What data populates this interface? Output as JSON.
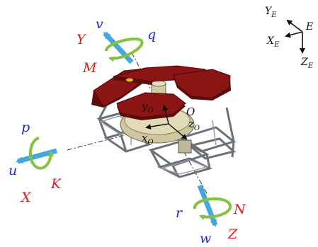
{
  "colors": {
    "force": "#d62020",
    "velocity": "#1a2bd6",
    "arrow_blue": "#43a8dc",
    "arrow_green": "#84c23f",
    "plate": "#8b1414",
    "frame": "#7b8088",
    "hull": "#d9cfa3"
  },
  "earth_frame": {
    "origin": "E",
    "x_axis": "X",
    "x_sub": "E",
    "y_axis": "Y",
    "y_sub": "E",
    "z_axis": "Z",
    "z_sub": "E"
  },
  "body_frame": {
    "origin": "O",
    "x_axis": "x",
    "x_sub": "O",
    "y_axis": "y",
    "y_sub": "O",
    "z_axis": "z",
    "z_sub": "O"
  },
  "axes": {
    "x": {
      "force": "X",
      "moment": "K",
      "linear_velocity": "u",
      "angular_velocity": "p"
    },
    "y": {
      "force": "Y",
      "moment": "M",
      "linear_velocity": "v",
      "angular_velocity": "q"
    },
    "z": {
      "force": "Z",
      "moment": "N",
      "linear_velocity": "w",
      "angular_velocity": "r"
    }
  }
}
